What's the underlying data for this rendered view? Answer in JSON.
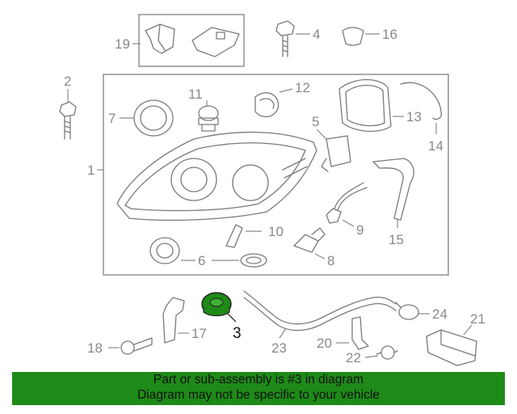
{
  "callouts": {
    "c1": "1",
    "c2": "2",
    "c3": "3",
    "c4": "4",
    "c5": "5",
    "c6": "6",
    "c7": "7",
    "c8": "8",
    "c9": "9",
    "c10": "10",
    "c11": "11",
    "c12": "12",
    "c13": "13",
    "c14": "14",
    "c15": "15",
    "c16": "16",
    "c17": "17",
    "c18": "18",
    "c19": "19",
    "c20": "20",
    "c21": "21",
    "c22": "22",
    "c23": "23",
    "c24": "24"
  },
  "highlight": {
    "part_number": "3",
    "color": "#1e8a18"
  },
  "colors": {
    "lines": "#7a7a7a",
    "labels": "#8a8a8a",
    "banner": "#1e8a18"
  },
  "banner": {
    "line1": "Part or sub-assembly is #3 in diagram",
    "line2": "Diagram may not be specific to your vehicle"
  }
}
